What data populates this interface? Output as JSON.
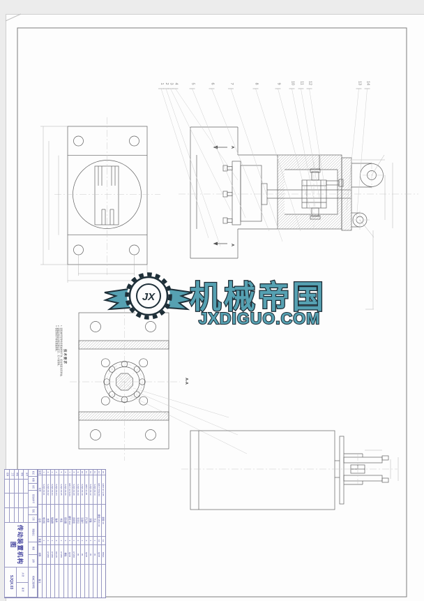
{
  "page": {
    "background": "#ececec",
    "paper": "#fdfdfd",
    "accent_blue": "#4646a0"
  },
  "watermark": {
    "brand": "机械帝国",
    "domain": "JXDIGUO.COM",
    "initials": "JX",
    "color": "#4E9DAF"
  },
  "balloons": [
    "1",
    "2",
    "3",
    "4",
    "5",
    "6",
    "7",
    "8",
    "9",
    "10",
    "11",
    "12",
    "13",
    "14"
  ],
  "section": {
    "cut_label": "A",
    "view_label": "A-A"
  },
  "tech_req": {
    "title": "技术要求",
    "items": [
      "1. 装配前所有零件用煤油清洗干净，配合表面涂润滑油。",
      "2. 装配后各运动件应转动灵活，无卡滞现象。",
      "3. 各密封处不得有漏油现象。"
    ]
  },
  "margin_no": "SJQX.03",
  "bom": {
    "headers": [
      "序号",
      "代号",
      "名称",
      "数量",
      "材料",
      "备注"
    ],
    "rows": [
      {
        "no": "15",
        "code": "GB/T 97.1-85",
        "name": "垫圈 10",
        "qty": "12",
        "material": "65Mn",
        "remark": ""
      },
      {
        "no": "14",
        "code": "GB/T 5782-86",
        "name": "螺栓 M10×40",
        "qty": "12",
        "material": "Q235",
        "remark": ""
      },
      {
        "no": "13",
        "code": "SJQX.03-13",
        "name": "叉头",
        "qty": "1",
        "material": "45",
        "remark": ""
      },
      {
        "no": "12",
        "code": "SJQX.03-12",
        "name": "销轴",
        "qty": "1",
        "material": "45",
        "remark": ""
      },
      {
        "no": "11",
        "code": "GB/T 91-86",
        "name": "开口销",
        "qty": "2",
        "material": "Q235",
        "remark": ""
      },
      {
        "no": "10",
        "code": "SJQX.03-10",
        "name": "活塞杆",
        "qty": "1",
        "material": "45",
        "remark": ""
      },
      {
        "no": "9",
        "code": "SJQX.03-09",
        "name": "液压缸",
        "qty": "1",
        "material": "45",
        "remark": ""
      },
      {
        "no": "8",
        "code": "SJQX.03-08",
        "name": "连接盘",
        "qty": "1",
        "material": "HT200",
        "remark": ""
      },
      {
        "no": "7",
        "code": "GB/T 6170-86",
        "name": "螺母 M12",
        "qty": "4",
        "material": "Q235",
        "remark": ""
      },
      {
        "no": "6",
        "code": "SJQX.03-06",
        "name": "密封圈",
        "qty": "2",
        "material": "橡胶",
        "remark": ""
      },
      {
        "no": "5",
        "code": "SJQX.03-05",
        "name": "端盖",
        "qty": "1",
        "material": "HT200",
        "remark": ""
      },
      {
        "no": "4",
        "code": "SJQX.03-04",
        "name": "轴承",
        "qty": "2",
        "material": "GCr15",
        "remark": ""
      },
      {
        "no": "3",
        "code": "SJQX.03-03",
        "name": "联轴器",
        "qty": "1",
        "material": "HT200",
        "remark": ""
      },
      {
        "no": "2",
        "code": "SJQX.03-02",
        "name": "支架",
        "qty": "1",
        "material": "HT200",
        "remark": ""
      },
      {
        "no": "1",
        "code": "SJQX.03-01",
        "name": "电动机",
        "qty": "1",
        "material": "",
        "remark": ""
      }
    ]
  },
  "title_block": {
    "title": "传动装置机构图",
    "drawing_no": "SJQX.03",
    "org": "机械工程学院",
    "fields_row1": [
      "标记",
      "处数",
      "分区",
      "更改文件号",
      "签名",
      "日期"
    ],
    "fields_col": [
      "设计",
      "校核",
      "审核",
      "工艺",
      "批准"
    ],
    "stage_label": "阶段标记",
    "weight_label": "重量",
    "scale_label": "比例",
    "sheets_label": "共 张",
    "sheet_label": "第 张"
  }
}
